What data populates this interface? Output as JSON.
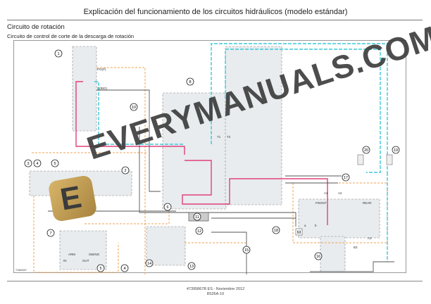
{
  "header": {
    "title": "Explicación del funcionamiento de los circuitos hidráulicos (modelo estándar)"
  },
  "section": {
    "title": "Circuito de rotación",
    "subtitle": "Circuito de control de corte de la descarga de rotación"
  },
  "diagram": {
    "callouts": [
      "1",
      "8",
      "10",
      "2",
      "3",
      "4",
      "5",
      "7",
      "6",
      "11",
      "12",
      "13",
      "14",
      "15",
      "5",
      "4",
      "16",
      "17",
      "18",
      "20",
      "19"
    ],
    "labels": {
      "pgp": "PG(P)",
      "cbig": "C(BIG)",
      "arm": "ARM",
      "swing": "SWING",
      "in": "IN",
      "out": "OUT",
      "t1": "T1",
      "t2": "T2",
      "a1": "A1",
      "a2": "A2",
      "a3": "A3",
      "b3": "B3",
      "m": "M",
      "a": "a",
      "b": "b",
      "front": "FRONT",
      "rear": "REAR",
      "code": "T1563437"
    },
    "colors": {
      "pilot": "#f0a050",
      "pressure": "#e0407a",
      "return": "#3cc8d8",
      "line": "#555555",
      "fill": "#e8ecef"
    }
  },
  "watermark": {
    "text": "EVERYMANUALS.COM",
    "logo_letter": "E"
  },
  "footer": {
    "line1": "47395867B ES - Noviembre 2012",
    "line2": "8S26A-10"
  }
}
